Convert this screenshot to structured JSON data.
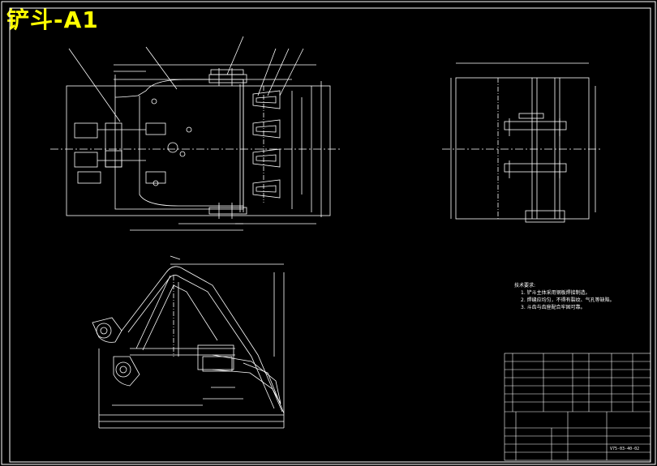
{
  "title": "铲斗-A1",
  "drawing_number": "V75-03-40-02",
  "tech_requirements": {
    "heading": "技术要求:",
    "items": [
      "1. 铲斗主体采用钢板焊接制造。",
      "2. 焊缝应均匀，不得有裂纹、气孔等缺陷。",
      "3. 斗齿与齿座配合牢固可靠。"
    ]
  },
  "colors": {
    "background": "#000000",
    "lines": "#ffffff",
    "title": "#ffff00"
  }
}
